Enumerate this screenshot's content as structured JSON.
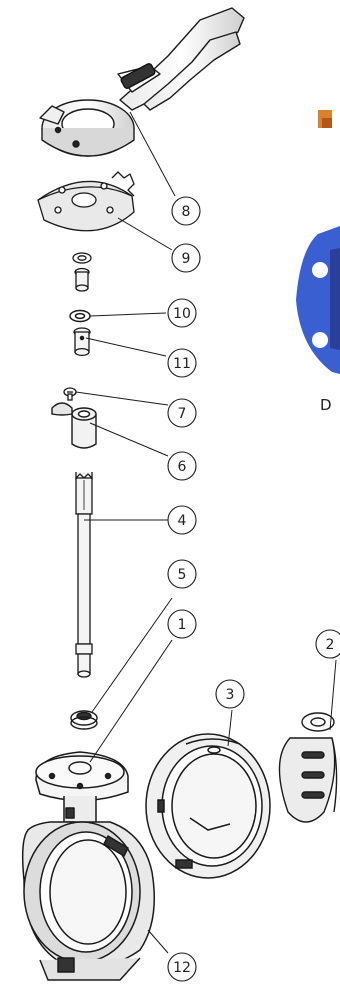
{
  "callouts": [
    {
      "id": "8",
      "label": "8"
    },
    {
      "id": "9",
      "label": "9"
    },
    {
      "id": "10",
      "label": "10"
    },
    {
      "id": "11",
      "label": "11"
    },
    {
      "id": "7",
      "label": "7"
    },
    {
      "id": "6",
      "label": "6"
    },
    {
      "id": "4",
      "label": "4"
    },
    {
      "id": "5",
      "label": "5"
    },
    {
      "id": "1",
      "label": "1"
    },
    {
      "id": "3",
      "label": "3"
    },
    {
      "id": "2",
      "label": "2"
    },
    {
      "id": "12",
      "label": "12"
    }
  ],
  "side_label": "D",
  "colors": {
    "line": "#1a1a1a",
    "body_blue": "#3a5fd0",
    "body_blue_dark": "#2a3f9a",
    "accent_orange": "#d9822b",
    "background": "#ffffff"
  }
}
